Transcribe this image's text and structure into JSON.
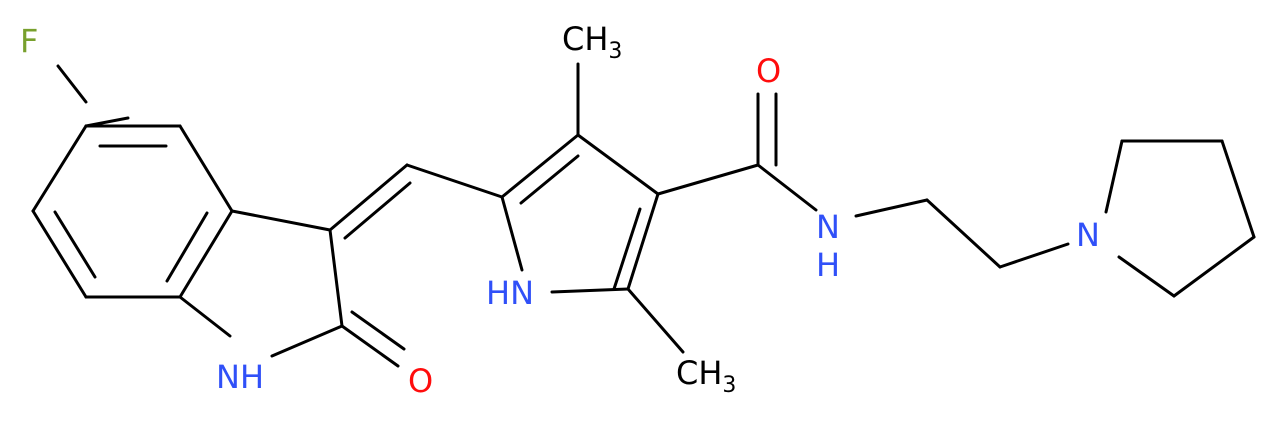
{
  "colors": {
    "bond": "#000000",
    "carbon_label": "#000000",
    "nitrogen": "#3050F8",
    "oxygen": "#FF0D0D",
    "fluorine": "#78A02D"
  },
  "labels": {
    "fluorine": "F",
    "oxindole_nh": "NH",
    "oxindole_o": "O",
    "pyrrole_hn": "HN",
    "methyl_top": "CH",
    "methyl_top_sub": "3",
    "methyl_bottom": "CH",
    "methyl_bottom_sub": "3",
    "amide_o": "O",
    "amide_n": "N",
    "amide_h": "H",
    "pyrrolidine_n": "N"
  }
}
